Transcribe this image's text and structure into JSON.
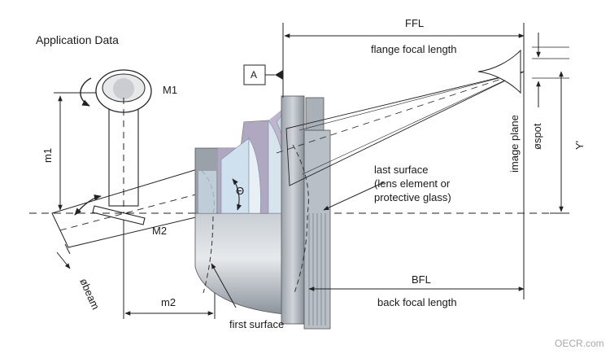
{
  "title": "Application Data",
  "labels": {
    "ffl": "FFL",
    "ffl_desc": "flange focal length",
    "datum": "A",
    "m1_mirror": "M1",
    "m2_mirror": "M2",
    "m1_dim": "m1",
    "m2_dim": "m2",
    "theta": "Θ",
    "last_surface": [
      "last surface",
      "(lens element or",
      "protective glass)"
    ],
    "bfl": "BFL",
    "bfl_desc": "back focal length",
    "first_surface": "first surface",
    "beam": "øbeam",
    "image_plane": "image plane",
    "spot": "øspot",
    "y_prime": "Y'",
    "watermark": "OECR.com"
  },
  "colors": {
    "lens_light": "#d8dde3",
    "lens_mid": "#a9b0b8",
    "lens_dark": "#7d858e",
    "rings": "#b4a8c6",
    "glass": "#cfe0ee",
    "line": "#222222"
  }
}
